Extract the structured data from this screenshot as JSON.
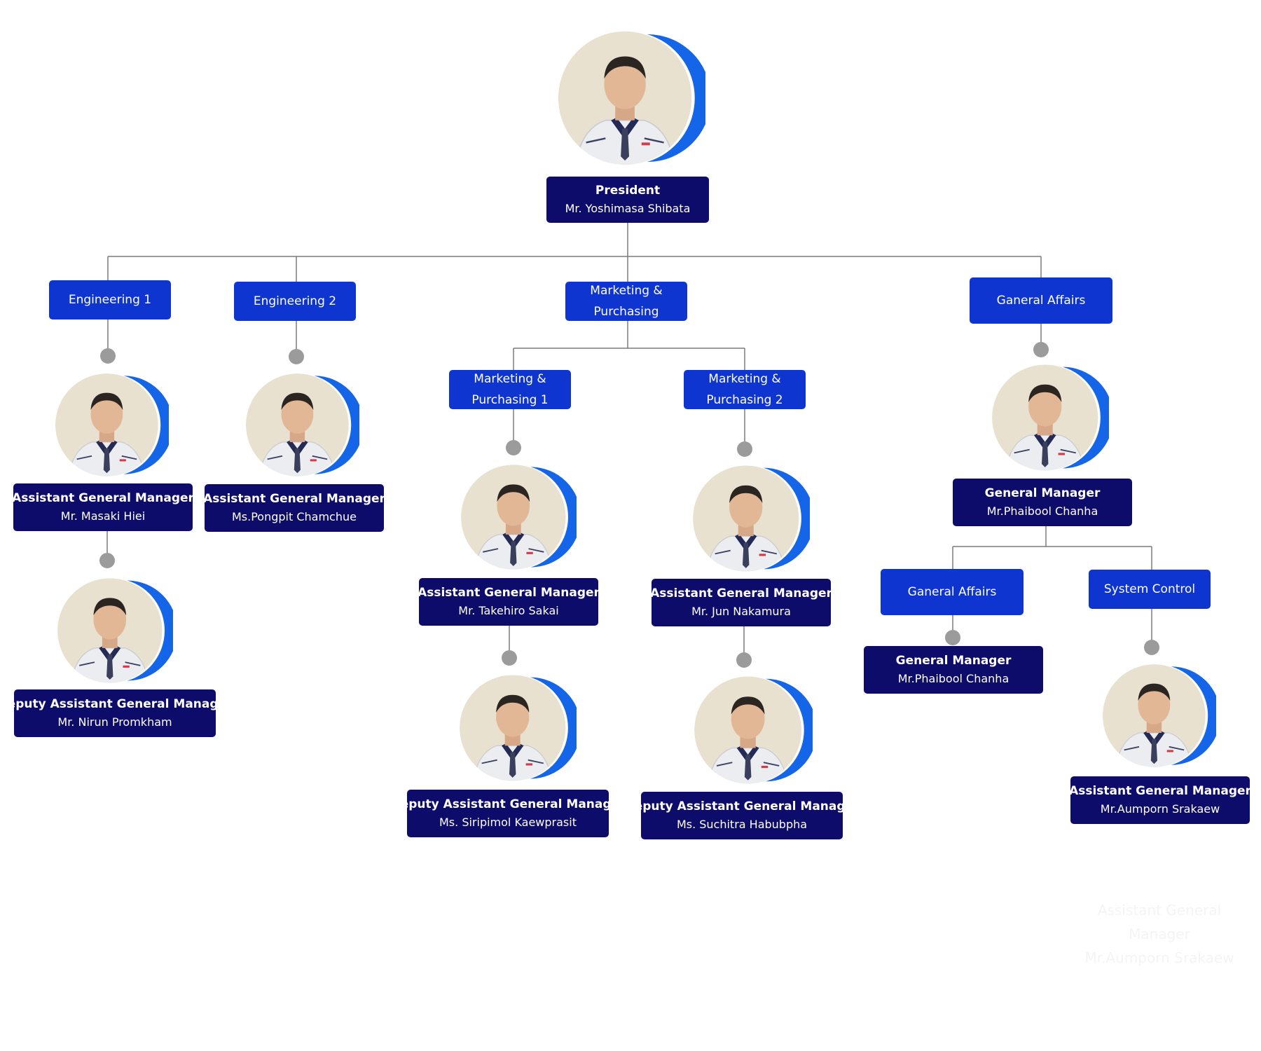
{
  "president": {
    "title": "President",
    "name": "Mr. Yoshimasa Shibata"
  },
  "departments": {
    "engineering1": "Engineering 1",
    "engineering2": "Engineering 2",
    "marketing": "Marketing & Purchasing",
    "marketing1": "Marketing & Purchasing 1",
    "marketing2": "Marketing & Purchasing 2",
    "general_affairs": "Ganeral Affairs",
    "general_affairs_sub": "Ganeral Affairs",
    "system_control": "System Control"
  },
  "people": {
    "eng1_agm": {
      "title": "Assistant General Manager",
      "name": "Mr. Masaki Hiei"
    },
    "eng1_dagm": {
      "title": "Deputy Assistant General Manager",
      "name": "Mr. Nirun Promkham"
    },
    "eng2_agm": {
      "title": "Assistant General Manager",
      "name": "Ms.Pongpit Chamchue"
    },
    "mp1_agm": {
      "title": "Assistant General Manager",
      "name": "Mr. Takehiro Sakai"
    },
    "mp1_dagm": {
      "title": "Deputy Assistant General Manager",
      "name": "Ms. Siripimol Kaewprasit"
    },
    "mp2_agm": {
      "title": "Assistant General Manager",
      "name": "Mr. Jun Nakamura"
    },
    "mp2_dagm": {
      "title": "Deputy Assistant General Manager",
      "name": "Ms. Suchitra Habubpha"
    },
    "ga_gm": {
      "title": "General Manager",
      "name": "Mr.Phaibool Chanha"
    },
    "ga_sub_gm": {
      "title": "General Manager",
      "name": "Mr.Phaibool Chanha"
    },
    "sc_agm": {
      "title": "Assistant General Manager",
      "name": "Mr.Aumporn Srakaew"
    }
  },
  "ghost": {
    "title": "Assistant General Manager",
    "name": "Mr.Aumporn Srakaew"
  },
  "colors": {
    "navy": "#0e0c6b",
    "blue": "#0f35d1",
    "accent_ring": "#1565e8",
    "line": "#7a7a7a",
    "dot": "#9b9b9b",
    "portrait_bg": "#e9e1cf",
    "uniform": "#ecedf0",
    "collar": "#232a55"
  }
}
